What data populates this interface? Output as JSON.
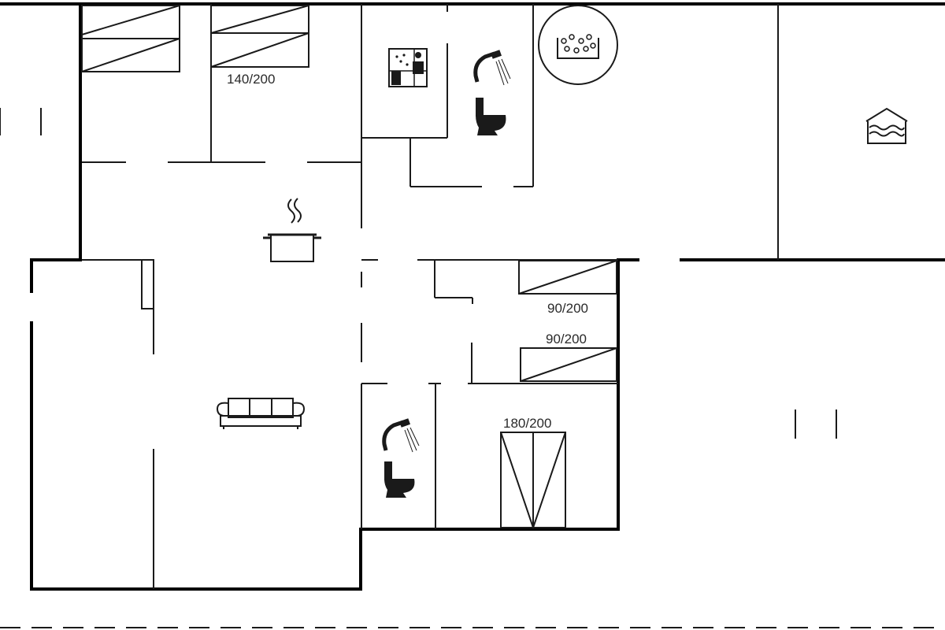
{
  "floorplan": {
    "bed_labels": {
      "top_double": "140/200",
      "single_upper": "90/200",
      "single_lower": "90/200",
      "double_lower": "180/200"
    },
    "icons": [
      "bed-icon",
      "sauna-icon",
      "shower-icon",
      "toilet-icon",
      "whirlpool-icon",
      "pool-icon",
      "stove-icon",
      "sofa-icon"
    ],
    "colors": {
      "wall": "#000000",
      "line": "#1a1a1a",
      "background": "#ffffff"
    }
  }
}
